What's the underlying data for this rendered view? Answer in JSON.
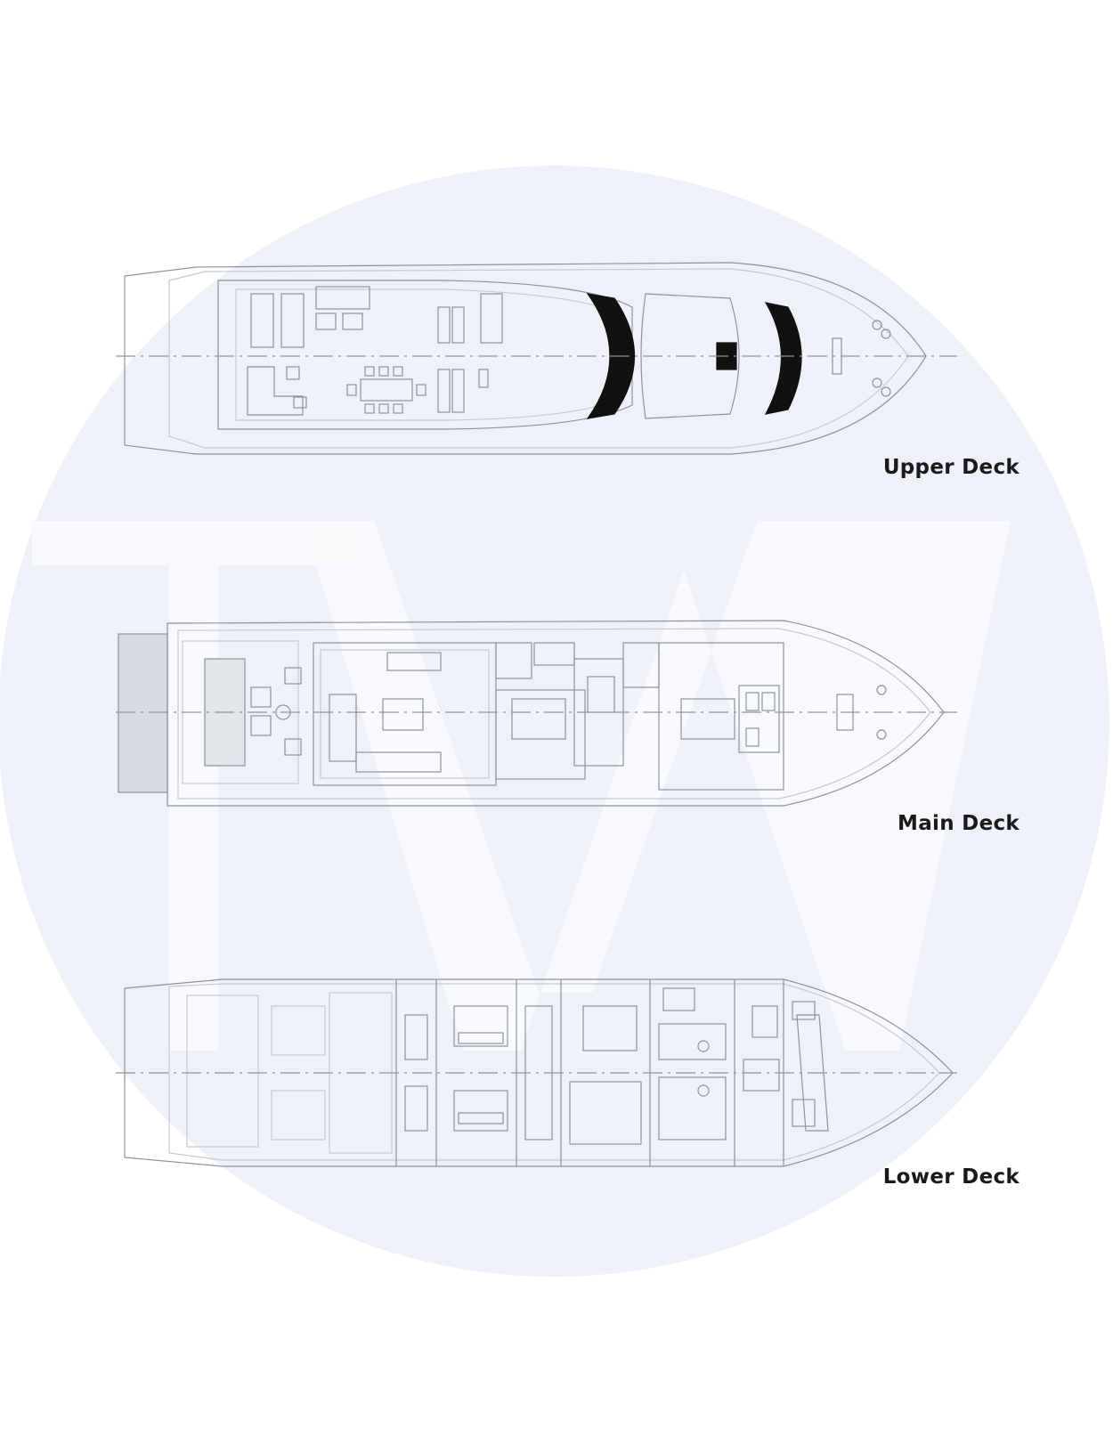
{
  "watermark": {
    "letters": "TW",
    "circle_color": "#eef2f8"
  },
  "decks": {
    "upper": {
      "label": "Upper Deck"
    },
    "main": {
      "label": "Main Deck"
    },
    "lower": {
      "label": "Lower Deck"
    }
  },
  "colors": {
    "line": "#8e939a",
    "line_light": "#c5c9cf",
    "accent_dark": "#111111"
  }
}
